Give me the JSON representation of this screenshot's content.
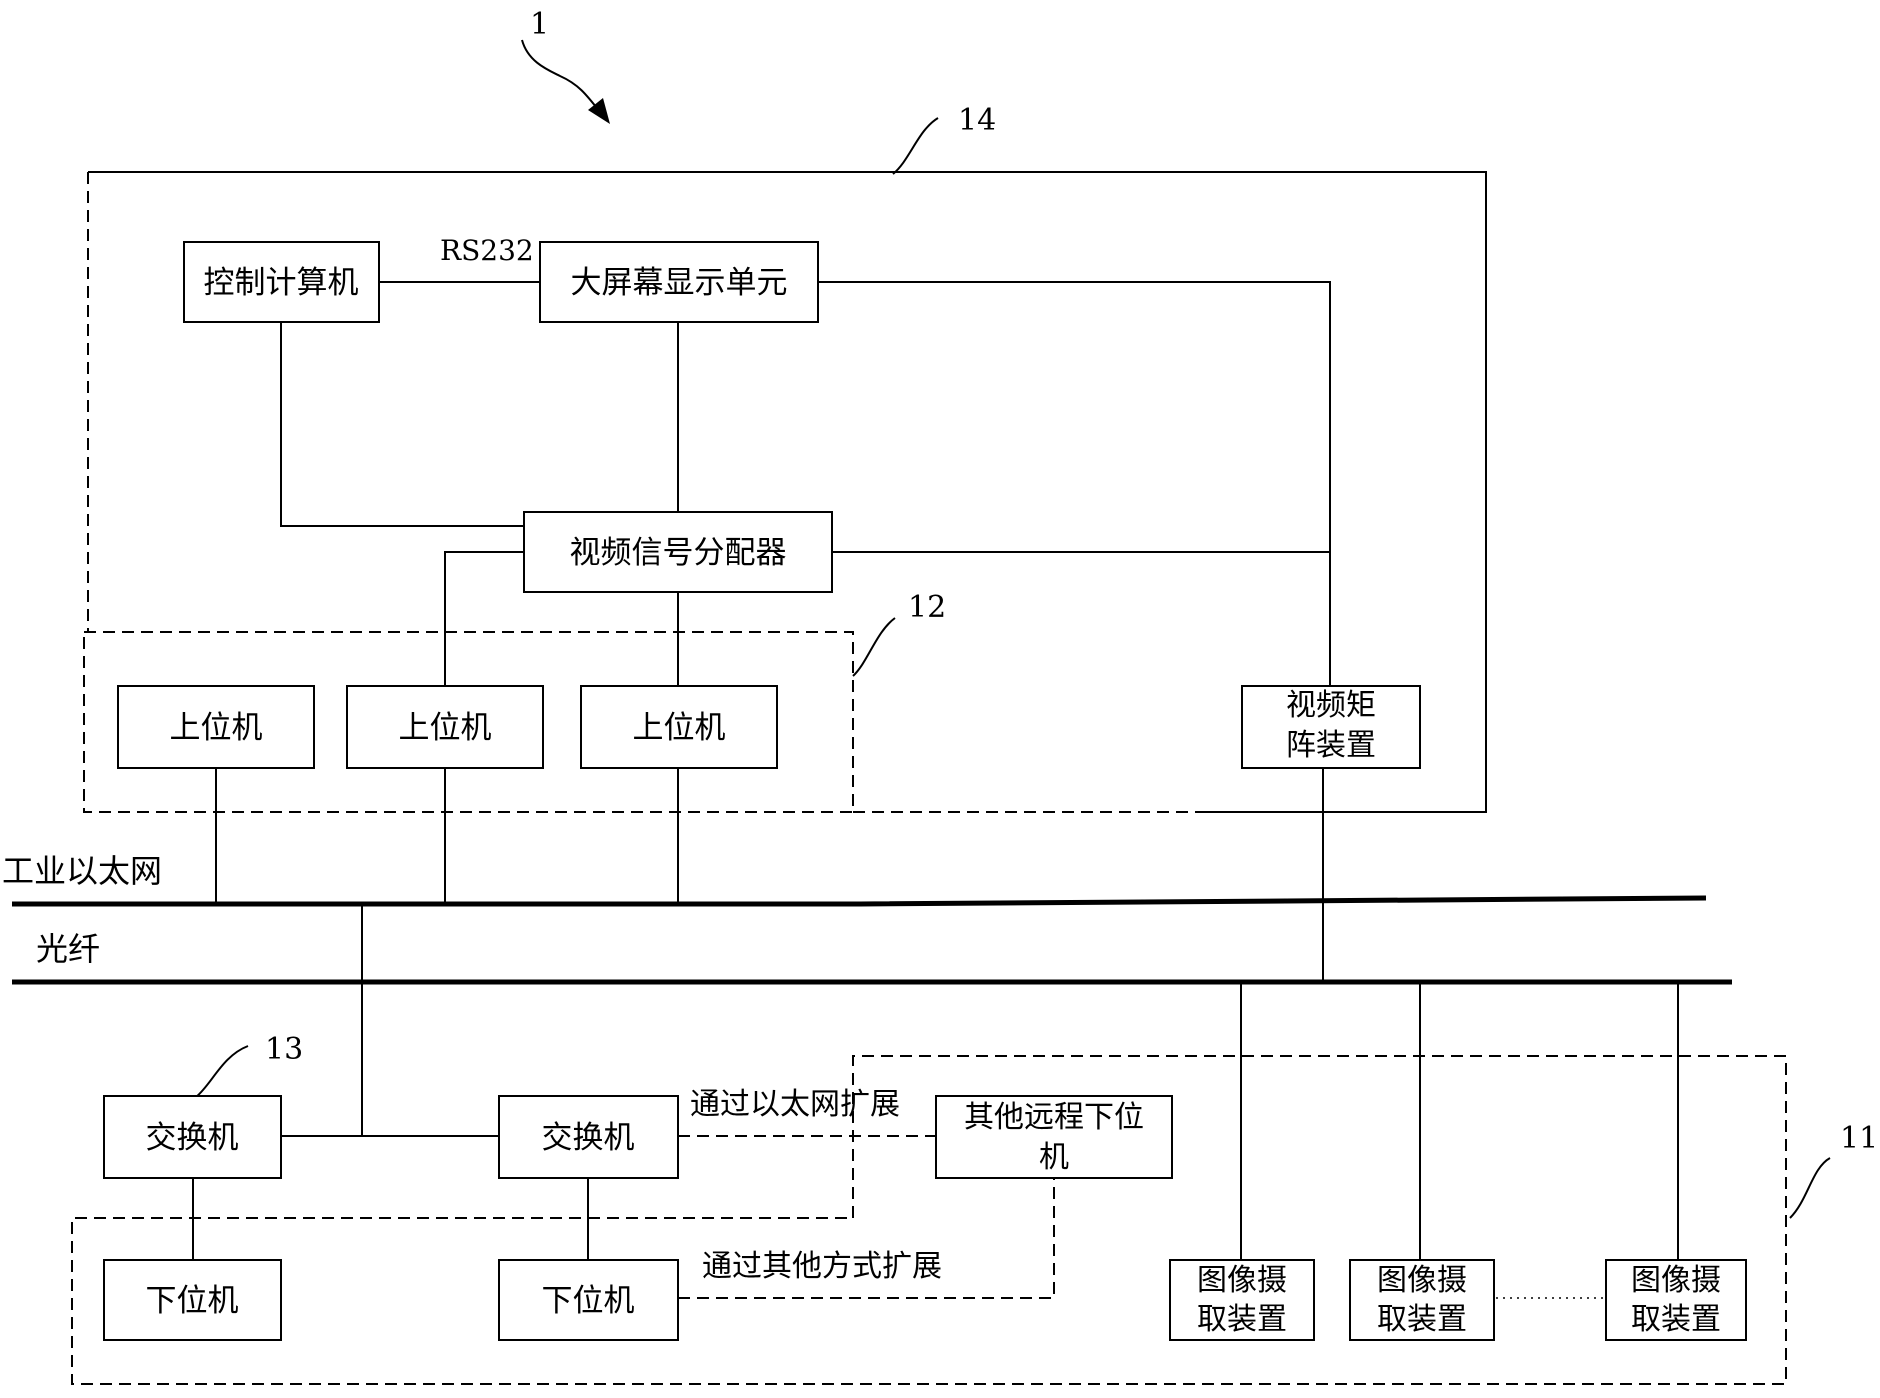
{
  "refs": {
    "system": "1",
    "region_control": "14",
    "region_upper": "12",
    "region_switch": "13",
    "region_field": "11"
  },
  "boxes": {
    "control_computer": "控制计算机",
    "big_screen": "大屏幕显示单元",
    "video_distributor": "视频信号分配器",
    "upper_pc_1": "上位机",
    "upper_pc_2": "上位机",
    "upper_pc_3": "上位机",
    "video_matrix_line1": "视频矩",
    "video_matrix_line2": "阵装置",
    "switch_1": "交换机",
    "switch_2": "交换机",
    "remote_lower_line1": "其他远程下位",
    "remote_lower_line2": "机",
    "lower_pc_1": "下位机",
    "lower_pc_2": "下位机",
    "camera_1_line1": "图像摄",
    "camera_1_line2": "取装置",
    "camera_2_line1": "图像摄",
    "camera_2_line2": "取装置",
    "camera_3_line1": "图像摄",
    "camera_3_line2": "取装置"
  },
  "labels": {
    "rs232": "RS232",
    "industrial_ethernet": "工业以太网",
    "optical_fiber": "光纤",
    "ethernet_extension": "通过以太网扩展",
    "other_extension": "通过其他方式扩展"
  }
}
